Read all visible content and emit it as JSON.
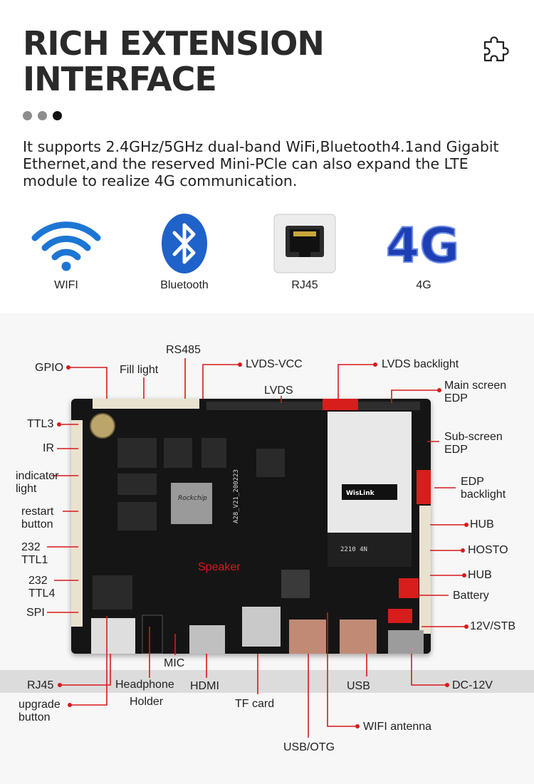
{
  "header": {
    "title_line1": "RICH EXTENSION",
    "title_line2": "INTERFACE",
    "description": "It supports 2.4GHz/5GHz dual-band WiFi,Bluetooth4.1and Gigabit Ethernet,and the reserved Mini-PCle can also expand the LTE module to realize 4G communication."
  },
  "features": [
    {
      "label": "WIFI",
      "icon": "wifi-icon"
    },
    {
      "label": "Bluetooth",
      "icon": "bluetooth-icon"
    },
    {
      "label": "RJ45",
      "icon": "rj45-icon"
    },
    {
      "label": "4G",
      "icon": "4g-icon"
    }
  ],
  "board": {
    "chip_brand": "Rockchip",
    "board_text": "A28_V21_200223",
    "module_brand": "WisLink",
    "module_code": "2210 4N"
  },
  "callouts": {
    "gpio": "GPIO",
    "fill_light": "Fill light",
    "rs485": "RS485",
    "lvds_vcc": "LVDS-VCC",
    "lvds": "LVDS",
    "lvds_backlight": "LVDS backlight",
    "main_screen_edp": "Main screen EDP",
    "sub_screen_edp": "Sub-screen EDP",
    "edp_backlight": "EDP backlight",
    "hub1": "HUB",
    "hosto": "HOSTO",
    "hub2": "HUB",
    "battery": "Battery",
    "stb": "12V/STB",
    "dc12v": "DC-12V",
    "wifi_antenna": "WIFI antenna",
    "usb": "USB",
    "usb_otg": "USB/OTG",
    "tf_card": "TF card",
    "hdmi": "HDMI",
    "mic": "MIC",
    "headphone": "Headphone",
    "holder": "Holder",
    "speaker": "Speaker",
    "rj45": "RJ45",
    "upgrade_button": "upgrade button",
    "ttl3": "TTL3",
    "ir": "IR",
    "indicator_light": "indicator light",
    "restart_button": "restart button",
    "ttl1": "232 TTL1",
    "ttl4": "232 TTL4",
    "spi": "SPI"
  },
  "colors": {
    "accent": "#d9191c",
    "board": "#151515",
    "title": "#2a2a2a"
  }
}
